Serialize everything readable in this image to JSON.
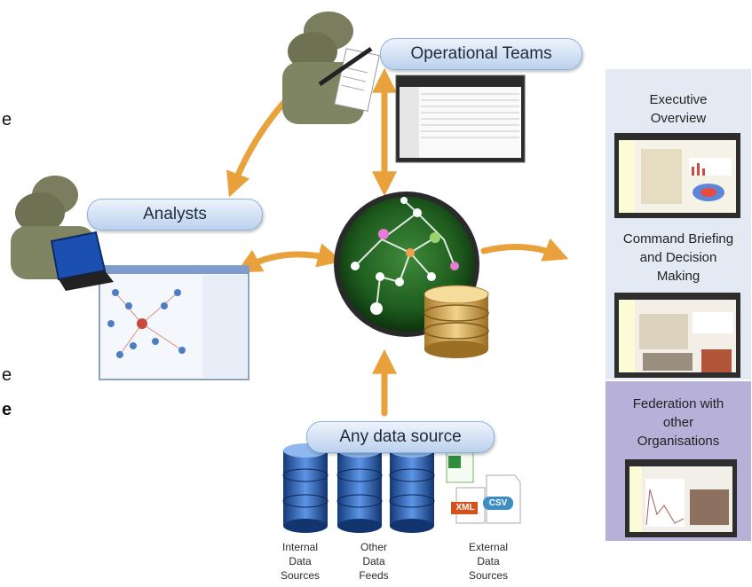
{
  "labels": {
    "operational_teams": "Operational Teams",
    "analysts": "Analysts",
    "any_data_source": "Any data source"
  },
  "panels": [
    {
      "title": "Executive Overview"
    },
    {
      "title": "Command Briefing and Decision Making"
    },
    {
      "title": "Federation with other Organisations"
    }
  ],
  "sources": [
    {
      "label": "Internal Data Sources"
    },
    {
      "label": "Other Data Feeds"
    },
    {
      "label": "External Data Sources"
    }
  ],
  "file_badges": {
    "xml": "XML",
    "csv": "CSV"
  },
  "clipped_text": [
    "e",
    "e",
    "e"
  ],
  "icons": {
    "soldier": "soldier-icon",
    "laptop": "laptop-icon",
    "database": "database-icon",
    "excel": "excel-icon",
    "xml": "xml-file-icon",
    "csv": "csv-file-icon"
  },
  "colors": {
    "arrow": "#e9a23b",
    "pill": "#cfdff3",
    "hub": "#1d5a1d",
    "panel_bg": "#e4eaf3",
    "panel_highlight": "#b7b0d8"
  }
}
